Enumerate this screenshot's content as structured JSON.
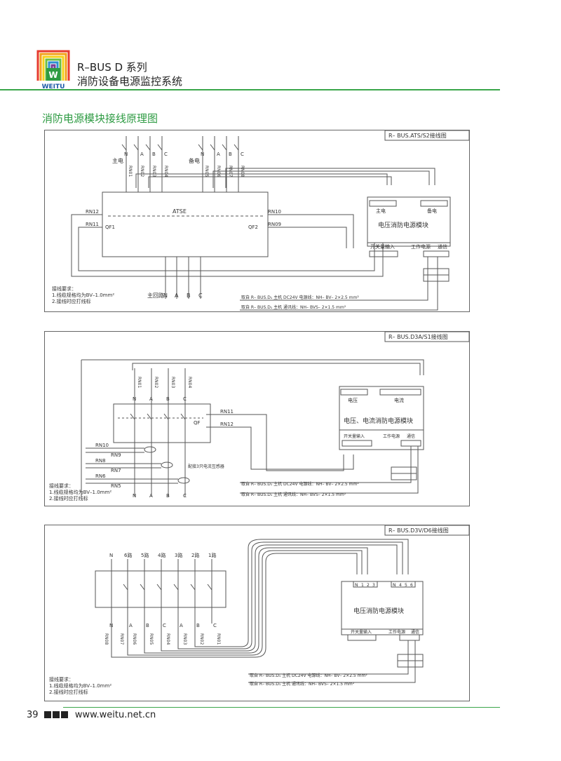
{
  "header": {
    "logo_text": "WEITU",
    "title_line1": "R–BUS D 系列",
    "title_line2": "消防设备电源监控系统"
  },
  "section_title": "消防电源模块接线原理图",
  "diagram1": {
    "tag": "R– BUS.ATS/S2接线图",
    "main_label": "主电",
    "backup_label": "备电",
    "phases": [
      "N",
      "A",
      "B",
      "C"
    ],
    "rn_main": [
      "RN01",
      "RN02",
      "RN03",
      "RN04"
    ],
    "rn_backup": [
      "RN05",
      "RN06",
      "RN07",
      "RN08"
    ],
    "atse": "ATSE",
    "qf1": "QF1",
    "qf2": "QF2",
    "rn_left": [
      "RN12",
      "RN11"
    ],
    "rn_right": [
      "RN10",
      "RN09"
    ],
    "module_title": "电压消防电源模块",
    "module_main": "主电",
    "module_backup": "备电",
    "switch_input": "开关量输入",
    "work_power": "工作电源",
    "comm": "通信",
    "main_loop": "主回路",
    "wiring_req": "接线要求：",
    "req1": "1.线缆规格均为BV–1.0mm²",
    "req2": "2.接线时应打线标",
    "power_line": "取自 R– BUS.D₁ 主机 DC24V 电源线：NH– BV– 2×2.5 mm²",
    "comm_line": "取自 R– BUS.D₁ 主机 通讯线：NH– BVS– 2×1.5 mm²"
  },
  "diagram2": {
    "tag": "R– BUS.D3A/S1接线图",
    "phases": [
      "N",
      "A",
      "B",
      "C"
    ],
    "rn_top": [
      "RN01",
      "RN02",
      "RN03",
      "RN04"
    ],
    "qf": "QF",
    "rn_qf": [
      "RN11",
      "RN12"
    ],
    "rn_ct": [
      "RN10",
      "RN9",
      "RN8",
      "RN7",
      "RN6",
      "RN5"
    ],
    "ct_note": "配接3只电流互感器",
    "module_title": "电压、电流消防电源模块",
    "module_voltage": "电压",
    "module_current": "电流",
    "switch_input": "开关量输入",
    "work_power": "工作电源",
    "comm": "通信",
    "wiring_req": "接线要求：",
    "req1": "1.线缆规格均为BV–1.0mm²",
    "req2": "2.接线时应打线标",
    "power_line": "取自 R– BUS.D₁ 主机 DC24V 电源线：NH– BV– 2×2.5 mm²",
    "comm_line": "取自 R– BUS.D₁ 主机 通讯线：NH– BVS– 2×1.5 mm²"
  },
  "diagram3": {
    "tag": "R– BUS.D3V/D6接线图",
    "circuits": [
      "N",
      "6路",
      "5路",
      "4路",
      "3路",
      "2路",
      "1路"
    ],
    "phases_bottom": [
      "N",
      "A",
      "B",
      "C",
      "A",
      "B",
      "C"
    ],
    "rn_bottom": [
      "RN08",
      "RN07",
      "RN06",
      "RN05",
      "RN04",
      "RN03",
      "RN02",
      "RN01"
    ],
    "module_title": "电压消防电源模块",
    "term_left": [
      "N",
      "1",
      "2",
      "3"
    ],
    "term_right": [
      "N",
      "4",
      "5",
      "6"
    ],
    "switch_input": "开关量输入",
    "work_power": "工作电源",
    "comm": "通信",
    "wiring_req": "接线要求：",
    "req1": "1.线缆规格均为BV–1.0mm²",
    "req2": "2.接线时应打线标",
    "power_line": "取自 R– BUS.D₁ 主机 DC24V 电源线：NH– BV– 2×2.5 mm²",
    "comm_line": "取自 R– BUS.D₁ 主机 通讯线：NH– BVS– 2×1.5 mm²"
  },
  "footer": {
    "page": "39",
    "url": "www.weitu.net.cn"
  },
  "colors": {
    "accent": "#3aa64a",
    "line": "#555555"
  }
}
